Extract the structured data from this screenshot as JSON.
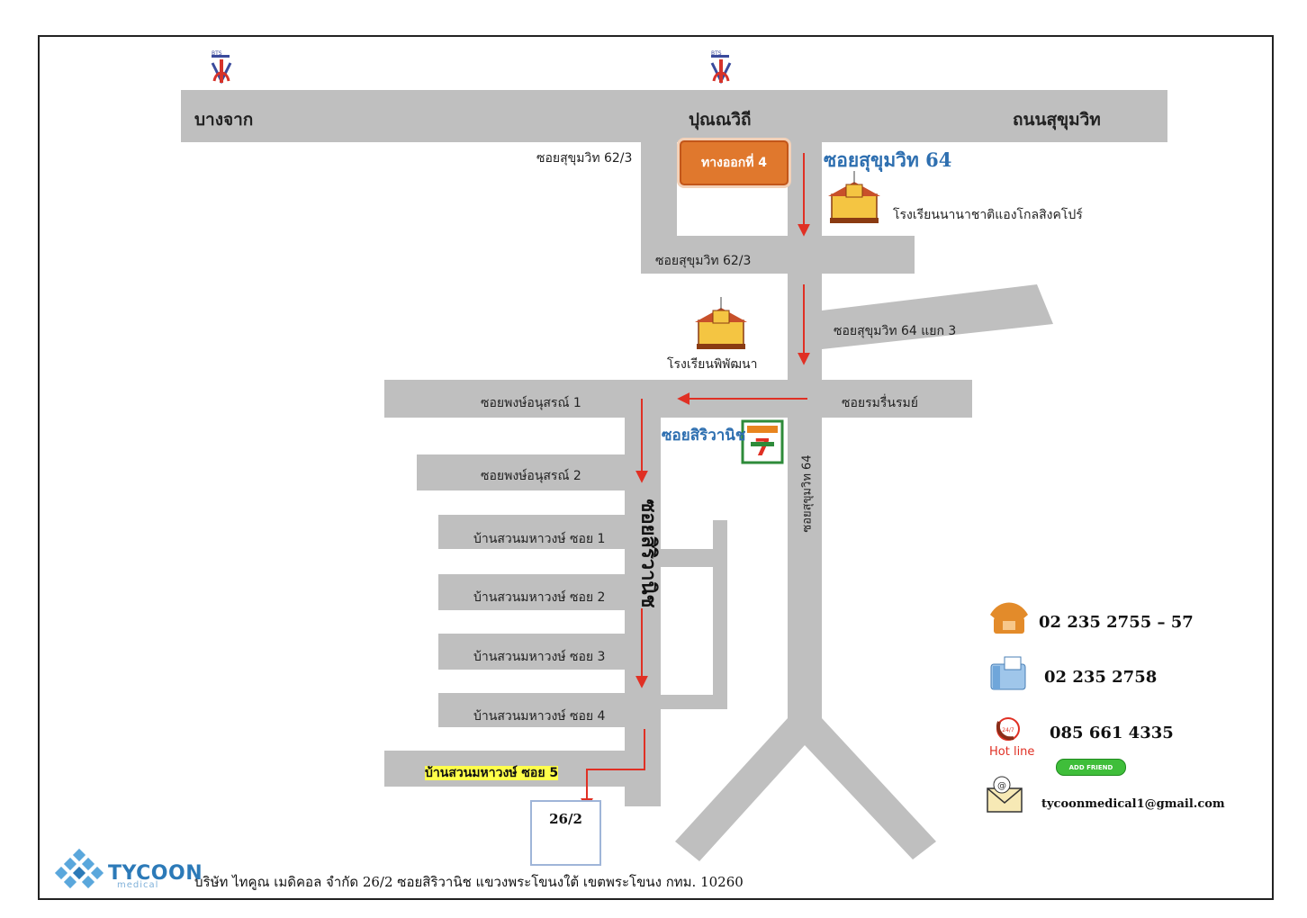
{
  "map": {
    "roads": {
      "sukhumvit_left": "บางจาก",
      "sukhumvit_center": "ปุณณวิถี",
      "sukhumvit_right": "ถนนสุขุมวิท",
      "soi_62_3_top": "ซอยสุขุมวิท 62/3",
      "soi_62_3_mid": "ซอยสุขุมวิท 62/3",
      "soi_64": "ซอยสุขุมวิท 64",
      "soi_64_yaek3": "ซอยสุขุมวิท 64 แยก 3",
      "soi_romruen": "ซอยรมรื่นรมย์",
      "phong_1": "ซอยพงษ์อนุสรณ์ 1",
      "phong_2": "ซอยพงษ์อนุสรณ์ 2",
      "baan_1": "บ้านสวนมหาวงษ์ ซอย 1",
      "baan_2": "บ้านสวนมหาวงษ์ ซอย 2",
      "baan_3": "บ้านสวนมหาวงษ์ ซอย 3",
      "baan_4": "บ้านสวนมหาวงษ์ ซอย 4",
      "baan_5": "บ้านสวนมหาวงษ์ ซอย 5",
      "siriwanich_label": "ซอยสิริวานิช",
      "siriwanich_vertical": "ซอยสิริวานิช",
      "soi_64_vertical": "ซอยสุขุมวิท 64"
    },
    "exit_label": "ทางออกที่ 4",
    "landmarks": {
      "school_1": "โรงเรียนนานาชาติแองโกลสิงคโปร์",
      "school_2": "โรงเรียนพิพัฒนา",
      "store": "7-ELEVEN"
    },
    "destination": "26/2",
    "bts_label": "BTS",
    "colors": {
      "road": "#bfbfbf",
      "arrow": "#e03024",
      "accent_blue": "#2e6fb0",
      "exit": "#e0782d",
      "highlight": "#ffff4a"
    }
  },
  "contact": {
    "phone": "02 235 2755 – 57",
    "fax": "02 235 2758",
    "hotline_number": "085 661 4335",
    "hotline_label": "Hot line",
    "line_button": "ADD FRIEND",
    "email": "tycoonmedical1@gmail.com"
  },
  "footer": {
    "logo": "TYCOON",
    "logo_sub": "medical",
    "address": "บริษัท ไทคูณ เมดิคอล จำกัด   26/2 ซอยสิริวานิช แขวงพระโขนงใต้ เขตพระโขนง กทม. 10260"
  }
}
